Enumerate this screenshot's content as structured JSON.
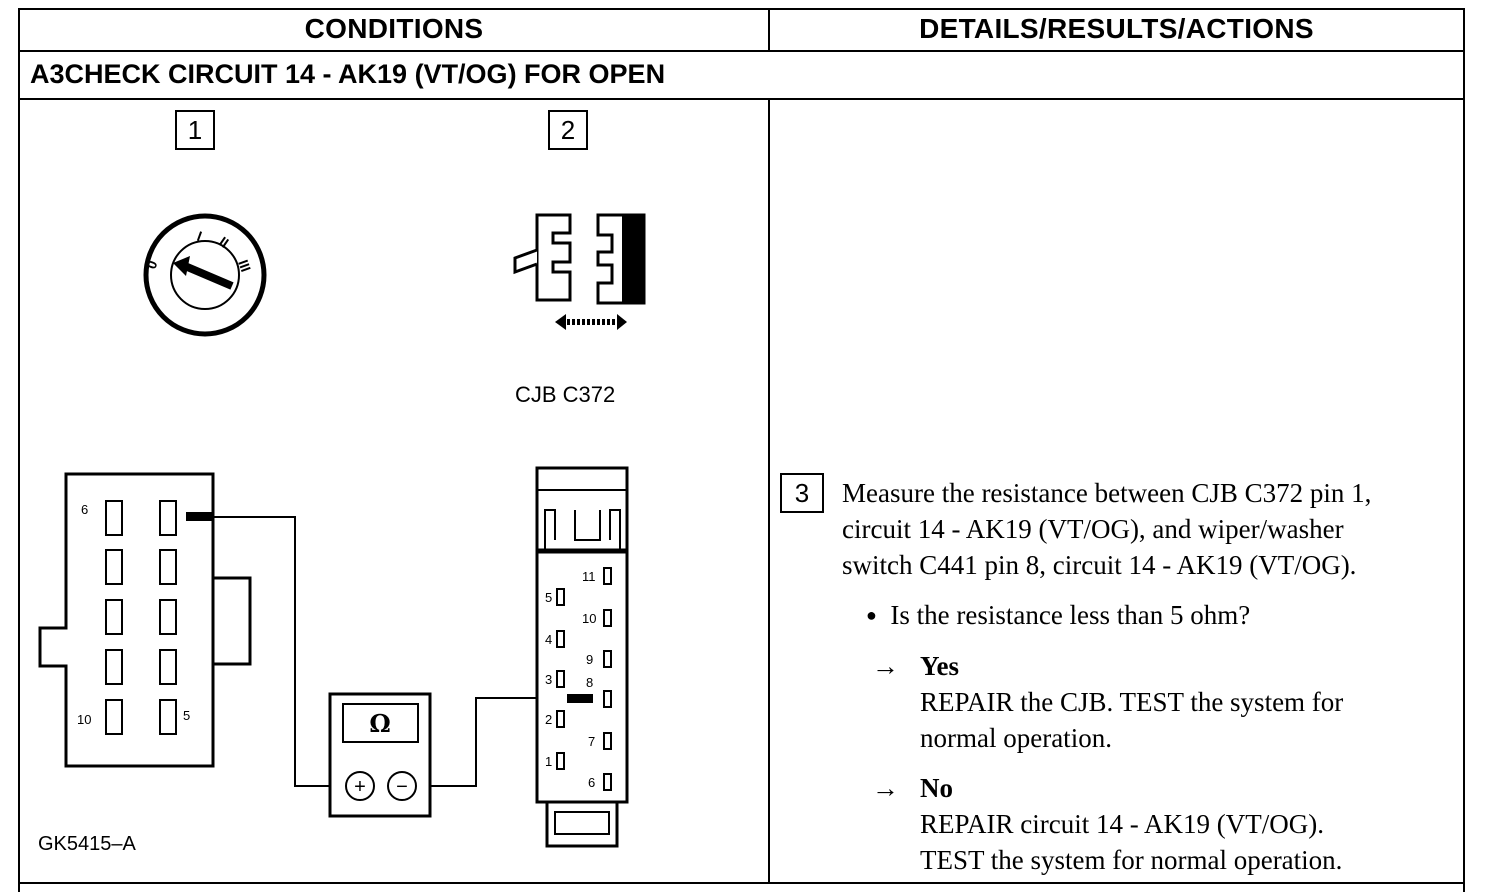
{
  "header": {
    "conditions": "CONDITIONS",
    "details": "DETAILS/RESULTS/ACTIONS"
  },
  "step": {
    "code": "A3",
    "title": "CHECK CIRCUIT 14 - AK19 (VT/OG) FOR OPEN"
  },
  "illustration": {
    "step1_number": "1",
    "step2_number": "2",
    "ignition_positions": [
      "0",
      "I",
      "II",
      "III"
    ],
    "connector_label": "CJB C372",
    "meter_symbol": "Ω",
    "meter_plus": "+",
    "meter_minus": "−",
    "switch_pins": {
      "top_left": "6",
      "bottom_left": "10",
      "bottom_right": "5"
    },
    "cjb_pins": [
      "11",
      "5",
      "10",
      "4",
      "9",
      "3",
      "8",
      "2",
      "7",
      "1",
      "6"
    ],
    "figure_code": "GK5415–A"
  },
  "details": {
    "step_number": "3",
    "instruction": [
      "Measure the resistance between CJB C372 pin 1,",
      "circuit 14 - AK19 (VT/OG), and wiper/washer",
      "switch C441 pin 8, circuit 14 - AK19 (VT/OG)."
    ],
    "question": "Is the resistance less than 5 ohm?",
    "arrow": "→",
    "yes_label": "Yes",
    "yes_action": [
      "REPAIR the CJB. TEST the system for",
      "normal operation."
    ],
    "no_label": "No",
    "no_action": [
      "REPAIR circuit 14 - AK19 (VT/OG).",
      "TEST the system for normal operation."
    ]
  }
}
